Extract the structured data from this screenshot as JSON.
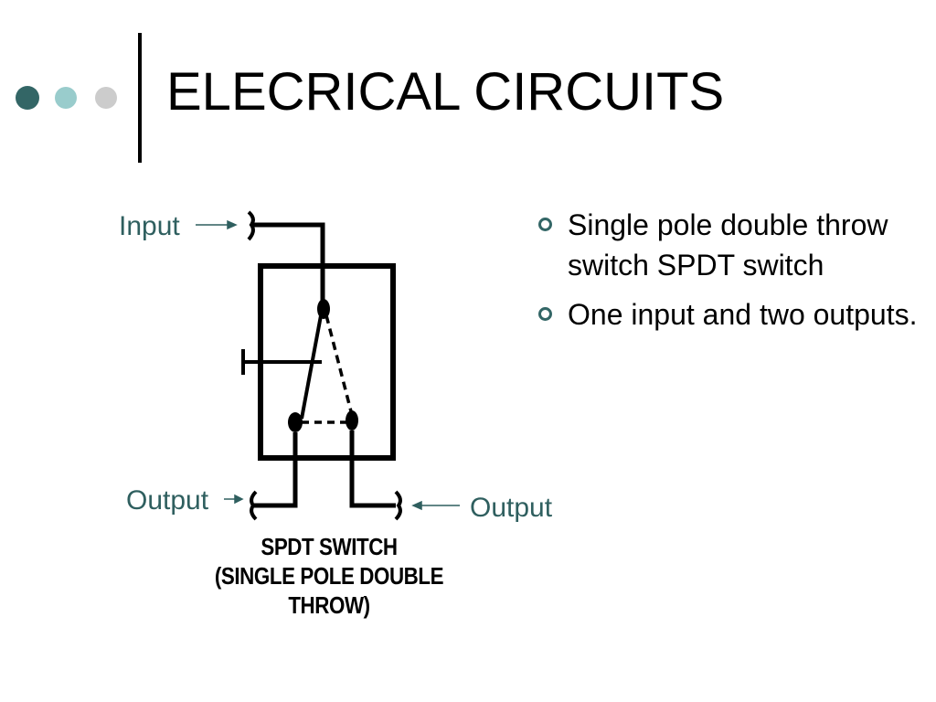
{
  "slide": {
    "title": "ELECRICAL CIRCUITS",
    "bullets": [
      "Single pole double throw switch SPDT switch",
      "One input and two outputs."
    ]
  },
  "decor": {
    "dot_colors": [
      "#336666",
      "#99CCCC",
      "#CCCCCC"
    ],
    "bullet_color": "#336666",
    "label_color": "#2F5F5F"
  },
  "diagram": {
    "labels": {
      "input": "Input",
      "output_left": "Output",
      "output_right": "Output"
    },
    "caption_line1": "SPDT SWITCH",
    "caption_line2": "(SINGLE POLE DOUBLE THROW)"
  }
}
